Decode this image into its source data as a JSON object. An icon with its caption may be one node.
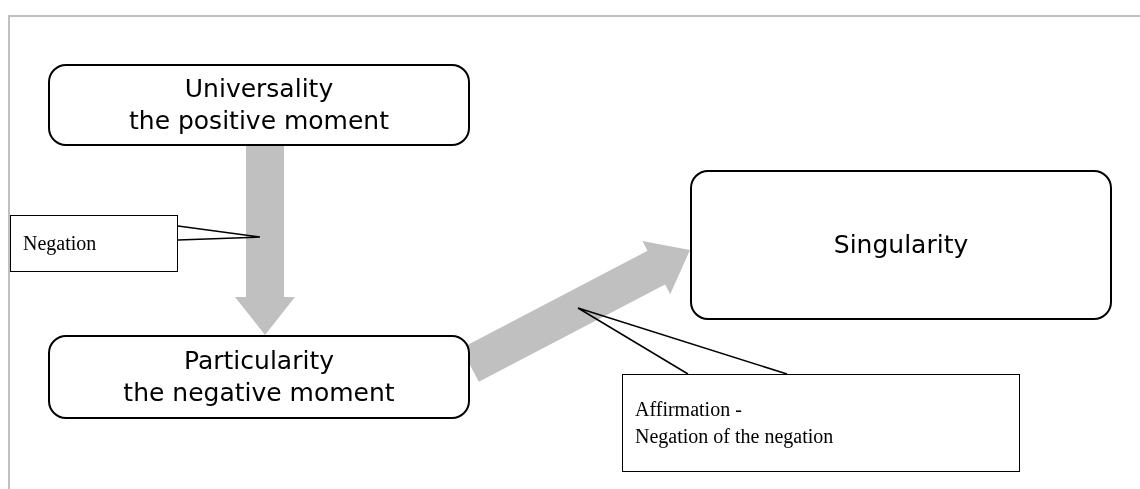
{
  "diagram": {
    "nodes": [
      {
        "text": [
          "Universality",
          "the positive moment"
        ]
      },
      {
        "text": [
          "Particularity",
          "the negative moment"
        ]
      },
      {
        "text": [
          "Singularity"
        ]
      },
      {
        "text": [
          "Negation"
        ]
      },
      {
        "text": [
          "Affirmation -",
          "Negation of the negation"
        ]
      }
    ],
    "edges": [
      {
        "from": 0,
        "to": 1,
        "arrow": "to",
        "style": "thick",
        "color": "#c0c0c0"
      },
      {
        "from": 1,
        "to": 2,
        "arrow": "to",
        "style": "thick",
        "color": "#c0c0c0"
      },
      {
        "from": 3,
        "to": null,
        "arrow": "none"
      },
      {
        "from": 4,
        "to": null,
        "arrow": "none"
      }
    ]
  }
}
